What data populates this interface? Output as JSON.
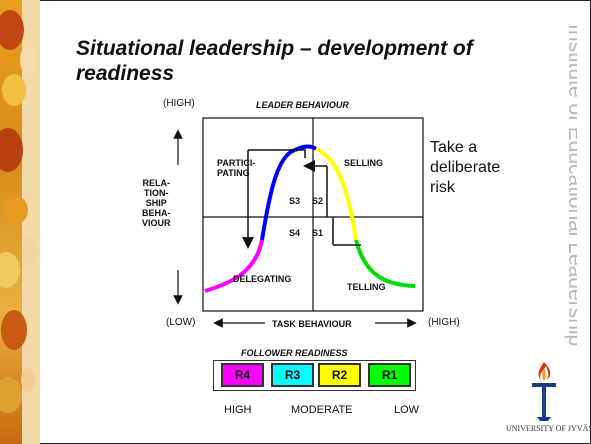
{
  "title": "Situational leadership – development of readiness",
  "side_text": "Institute of Educational Leadership",
  "leader_behaviour": "LEADER BEHAVIOUR",
  "high_top": "(HIGH)",
  "low_left": "(LOW)",
  "high_right": "(HIGH)",
  "relationship_label": "RELA-\nTION-\nSHIP\nBEHA-\nVIOUR",
  "task_behaviour": "TASK BEHAVIOUR",
  "quadrants": {
    "participating": "PARTICI-\nPATING",
    "selling": "SELLING",
    "delegating": "DELEGATING",
    "telling": "TELLING",
    "s3": "S3",
    "s2": "S2",
    "s4": "S4",
    "s1": "S1"
  },
  "risk_text": "Take a\ndeliberate\nrisk",
  "follower_readiness": "FOLLOWER READINESS",
  "readiness": [
    {
      "label": "R4",
      "color": "#ff00ff"
    },
    {
      "label": "R3",
      "color": "#00ffff"
    },
    {
      "label": "R2",
      "color": "#ffff00"
    },
    {
      "label": "R1",
      "color": "#00ff00"
    }
  ],
  "scale": {
    "high": "HIGH",
    "moderate": "MODERATE",
    "low": "LOW"
  },
  "university": "UNIVERSITY OF JYVÄSKYLÄ",
  "curve_colors": {
    "magenta": "#ff00ff",
    "blue": "#0000ff",
    "yellow": "#ffff00",
    "green": "#00dd00"
  }
}
